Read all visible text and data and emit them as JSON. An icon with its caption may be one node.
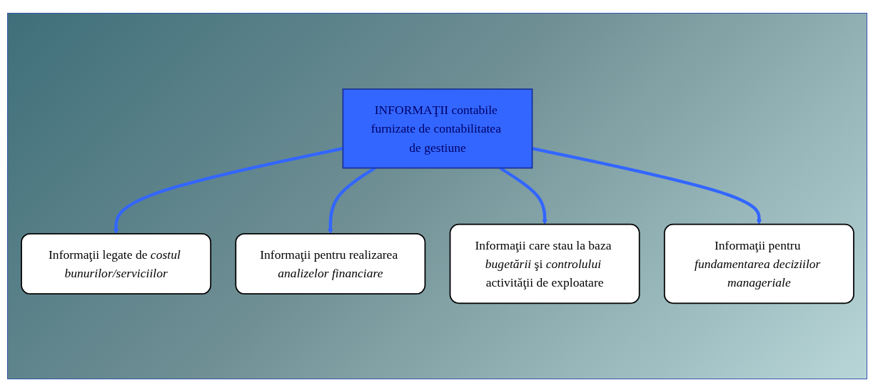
{
  "diagram": {
    "nodes": [
      {
        "text": [
          "Informaţii legate de *costul bunurilor/serviciilor*"
        ]
      },
      {
        "text": [
          "Informaţii pentru realizarea *analizelor financiare*"
        ]
      },
      {
        "text": [
          "INFORMAŢII contabile furnizate de contabilitatea de gestiune"
        ]
      },
      {
        "text": [
          "Informaţii care stau la baza *bugetării* şi *controlului* activităţii de exploatare"
        ]
      },
      {
        "text": [
          "Informaţii pentru *fundamentarea deciziilor manageriale*"
        ]
      }
    ],
    "edges": [
      {
        "from": 2,
        "to": 0,
        "arrow": "to"
      },
      {
        "from": 2,
        "to": 1,
        "arrow": "to"
      },
      {
        "from": 2,
        "to": 3,
        "arrow": "to"
      },
      {
        "from": 2,
        "to": 4,
        "arrow": "to"
      }
    ]
  }
}
